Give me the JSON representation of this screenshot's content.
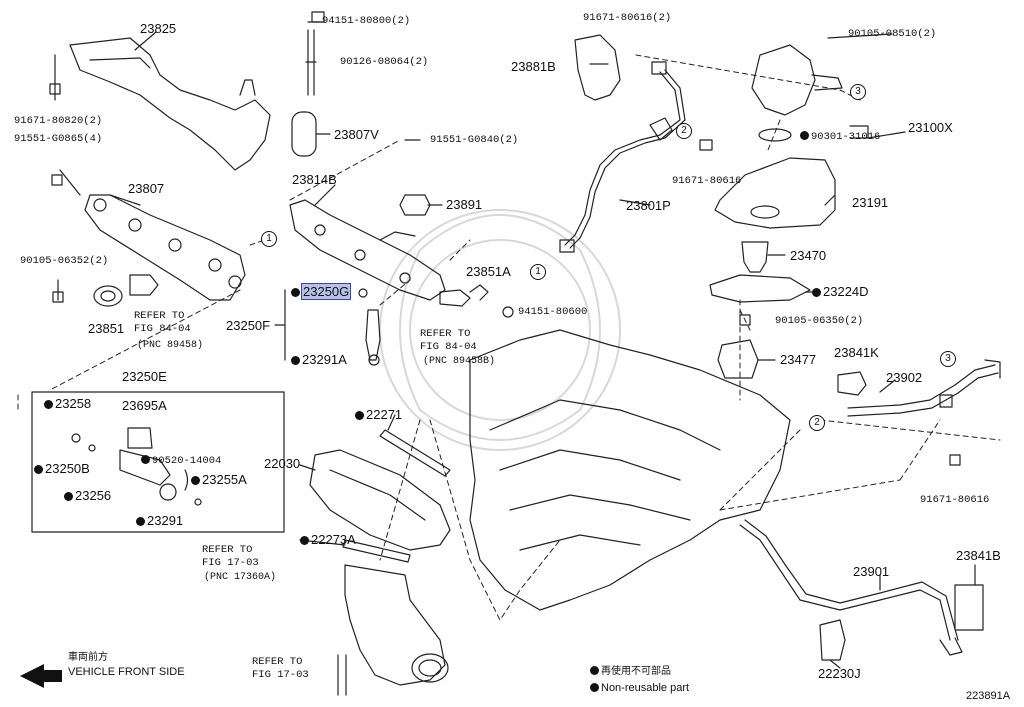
{
  "parts": {
    "p23825": "23825",
    "p94151_80800": "94151-80800(2)",
    "p90126_08064": "90126-08064(2)",
    "p91671_80820": "91671-80820(2)",
    "p91551_g0865": "91551-G0865(4)",
    "p23807v": "23807V",
    "p91551_g0840": "91551-G0840(2)",
    "p23807": "23807",
    "p23814b": "23814B",
    "p23891": "23891",
    "p90105_06352": "90105-06352(2)",
    "p23851_left": "23851",
    "p23250g": "23250G",
    "p23250f": "23250F",
    "p23291a": "23291A",
    "p23851a": "23851A",
    "p94151_80600": "94151-80600",
    "p91671_80616_top": "91671-80616(2)",
    "p23881b": "23881B",
    "p90105_08510": "90105-08510(2)",
    "p23100x": "23100X",
    "p90301_31016": "90301-31016",
    "p91671_80616_mid": "91671-80616",
    "p23801p": "23801P",
    "p23191": "23191",
    "p23470": "23470",
    "p23224d": "23224D",
    "p90105_06350": "90105-06350(2)",
    "p23477": "23477",
    "p23841k": "23841K",
    "p23902": "23902",
    "p91671_80616_low": "91671-80616",
    "p23250e": "23250E",
    "p23258": "23258",
    "p23695a": "23695A",
    "p23250b": "23250B",
    "p90520_14004": "90520-14004",
    "p23255a": "23255A",
    "p23256": "23256",
    "p23291": "23291",
    "p22271": "22271",
    "p22030": "22030",
    "p22273a": "22273A",
    "p23901": "23901",
    "p23841b": "23841B",
    "p22230j": "22230J"
  },
  "refs": {
    "left": {
      "l1": "REFER TO",
      "l2": "FIG 84-04",
      "l3": "(PNC 89458)"
    },
    "mid": {
      "l1": "REFER TO",
      "l2": "FIG 84-04",
      "l3": "(PNC 89458B)"
    },
    "lower": {
      "l1": "REFER TO",
      "l2": "FIG 17-03",
      "l3": "(PNC 17360A)"
    },
    "bottom": {
      "l1": "REFER TO",
      "l2": "FIG 17-03"
    }
  },
  "markers": {
    "m1": "1",
    "m2": "2",
    "m3": "3"
  },
  "legend": {
    "front_jp": "車両前方",
    "front_en": "VEHICLE FRONT SIDE",
    "nonreuse_jp": "再使用不可部品",
    "nonreuse_en": "Non-reusable part"
  },
  "diagram_id": "223891A"
}
